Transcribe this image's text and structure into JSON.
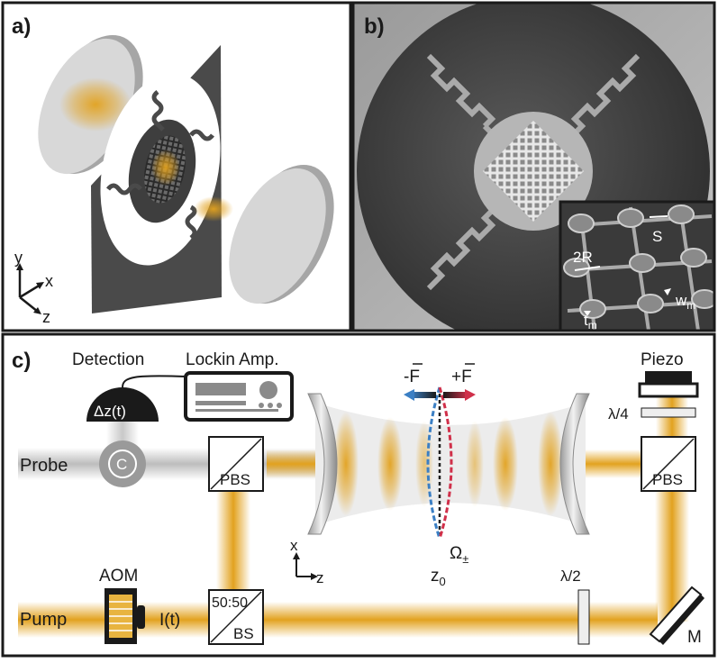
{
  "panels": {
    "a": {
      "label": "a)",
      "axes": {
        "y": "y",
        "x": "x",
        "z": "z"
      }
    },
    "b": {
      "label": "b)",
      "inset": {
        "S": "S",
        "R": "2R",
        "wm_main": "w",
        "wm_sub": "m",
        "tm_main": "t",
        "tm_sub": "m"
      }
    },
    "c": {
      "label": "c)",
      "detection": "Detection",
      "detector": "Δz(t)",
      "lockin": "Lockin Amp.",
      "probe": "Probe",
      "circulator": "C",
      "pbs_left": "PBS",
      "pbs_right": "PBS",
      "piezo": "Piezo",
      "quarter_wave": "λ/4",
      "half_wave": "λ/2",
      "force_minus": "-F",
      "force_plus": "+F",
      "omega_main": "Ω",
      "omega_sub": "±",
      "z0_main": "z",
      "z0_sub": "0",
      "axes": {
        "x": "x",
        "z": "z"
      },
      "aom": "AOM",
      "pump": "Pump",
      "intensity": "I(t)",
      "bs_ratio": "50:50",
      "bs": "BS",
      "mirror": "M"
    }
  },
  "colors": {
    "beam": "#e2a21f",
    "force_minus": "#3b7fc4",
    "force_plus": "#d0304a",
    "dark": "#1a1a1a"
  }
}
